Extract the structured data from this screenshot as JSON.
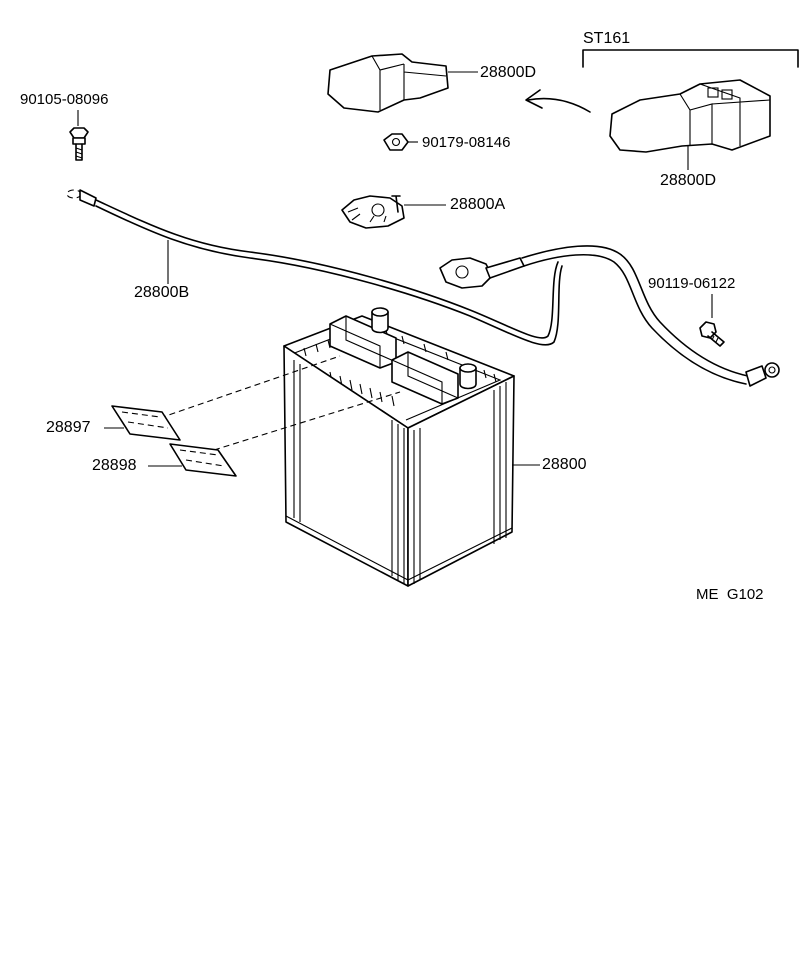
{
  "labels": {
    "bolt_top": "90105-08096",
    "cover_top": "28800D",
    "nut": "90179-08146",
    "clamp": "28800A",
    "cable": "28800B",
    "bolt_right": "90119-06122",
    "cover_st": "28800D",
    "st_group": "ST161",
    "battery": "28800",
    "plate_1": "28897",
    "plate_2": "28898",
    "code": "ME  G102"
  }
}
